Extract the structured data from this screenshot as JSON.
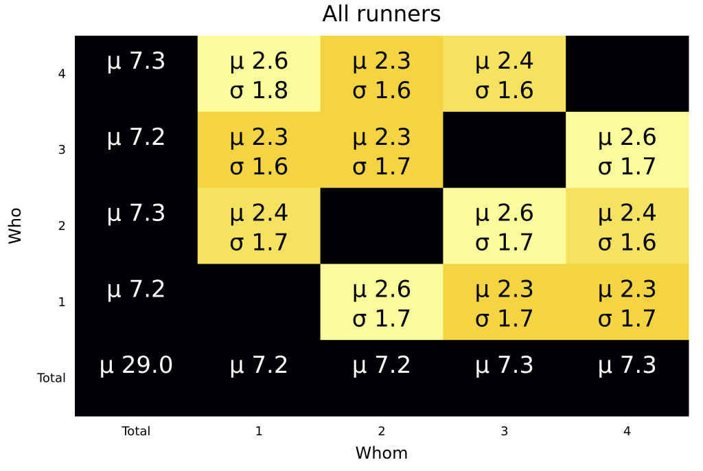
{
  "chart_data": {
    "type": "heatmap",
    "title": "All runners",
    "xlabel": "Whom",
    "ylabel": "Who",
    "x_categories": [
      "Total",
      "1",
      "2",
      "3",
      "4"
    ],
    "y_categories": [
      "4",
      "3",
      "2",
      "1",
      "Total"
    ],
    "mean_prefix": "μ",
    "std_prefix": "σ",
    "cells": [
      [
        {
          "mean": "7.3"
        },
        {
          "mean": "2.6",
          "std": "1.8"
        },
        {
          "mean": "2.3",
          "std": "1.6"
        },
        {
          "mean": "2.4",
          "std": "1.6"
        },
        null
      ],
      [
        {
          "mean": "7.2"
        },
        {
          "mean": "2.3",
          "std": "1.6"
        },
        {
          "mean": "2.3",
          "std": "1.7"
        },
        null,
        {
          "mean": "2.6",
          "std": "1.7"
        }
      ],
      [
        {
          "mean": "7.3"
        },
        {
          "mean": "2.4",
          "std": "1.7"
        },
        null,
        {
          "mean": "2.6",
          "std": "1.7"
        },
        {
          "mean": "2.4",
          "std": "1.6"
        }
      ],
      [
        {
          "mean": "7.2"
        },
        null,
        {
          "mean": "2.6",
          "std": "1.7"
        },
        {
          "mean": "2.3",
          "std": "1.7"
        },
        {
          "mean": "2.3",
          "std": "1.7"
        }
      ],
      [
        {
          "mean": "29.0"
        },
        {
          "mean": "7.2"
        },
        {
          "mean": "7.2"
        },
        {
          "mean": "7.3"
        },
        {
          "mean": "7.3"
        }
      ]
    ],
    "color_scale": {
      "low_value": 2.3,
      "low_color": "#f4d443",
      "high_value": 2.6,
      "high_color": "#fbfd9d",
      "empty_color": "#000004"
    }
  }
}
